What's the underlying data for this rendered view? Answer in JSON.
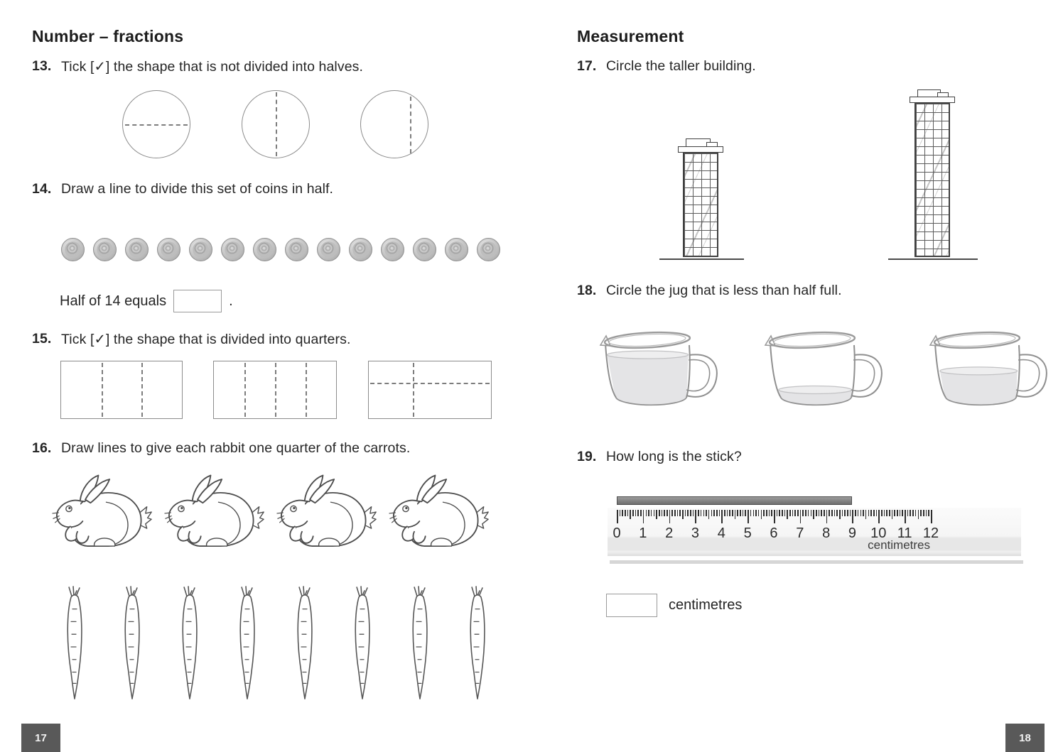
{
  "left": {
    "title": "Number – fractions",
    "page_number": "17",
    "q13": {
      "number": "13.",
      "text": "Tick [✓] the shape that is not divided into halves."
    },
    "q14": {
      "number": "14.",
      "text": "Draw a line to divide this set of coins in half.",
      "coin_count": 14,
      "half_prompt": "Half of 14 equals",
      "half_suffix": "."
    },
    "q15": {
      "number": "15.",
      "text": "Tick [✓] the shape that is divided into quarters."
    },
    "q16": {
      "number": "16.",
      "text": "Draw lines to give each rabbit one quarter of the carrots.",
      "rabbit_count": 4,
      "carrot_count": 8
    }
  },
  "right": {
    "title": "Measurement",
    "page_number": "18",
    "q17": {
      "number": "17.",
      "text": "Circle the taller building."
    },
    "q18": {
      "number": "18.",
      "text": "Circle the jug that is less than half full.",
      "jug_fill_percents": [
        90,
        25,
        60
      ]
    },
    "q19": {
      "number": "19.",
      "text": "How long is the stick?",
      "ruler": {
        "min": 0,
        "max": 12,
        "unit_label": "centimetres",
        "stick_length_cm": 9
      },
      "answer_unit": "centimetres"
    }
  },
  "colors": {
    "text": "#262626",
    "shape_outline": "#8c8c8c",
    "water_fill": "#e4e4e6",
    "stick_fill": "#7d7d7d",
    "page_tab_bg": "#595959",
    "page_tab_text": "#f2f2f2"
  }
}
